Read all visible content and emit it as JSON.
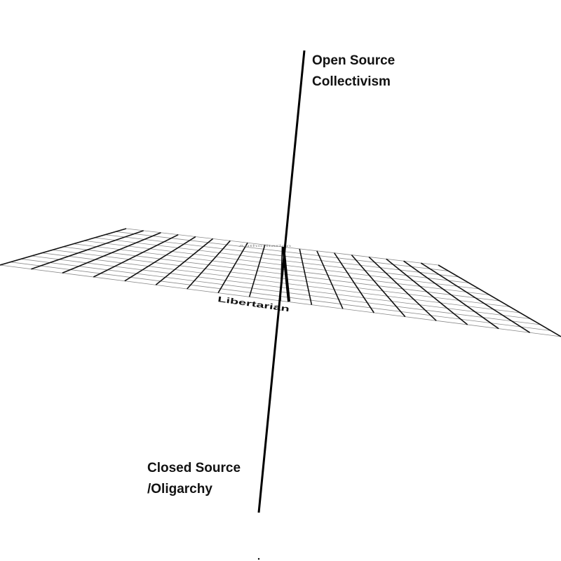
{
  "axis_top": {
    "line1": "Open Source",
    "line2": "Collectivism"
  },
  "axis_bottom": {
    "line1": "Closed Source",
    "line2": "/Oligarchy"
  },
  "plane_label_front": "Libertarian",
  "plane_label_back": "Authoritarian",
  "colors": {
    "background": "#ffffff",
    "grid_major": "#111111",
    "grid_minor": "#8a8a8a",
    "axis": "#000000"
  },
  "grid": {
    "major_lines": 18,
    "minor_lines": 12
  }
}
